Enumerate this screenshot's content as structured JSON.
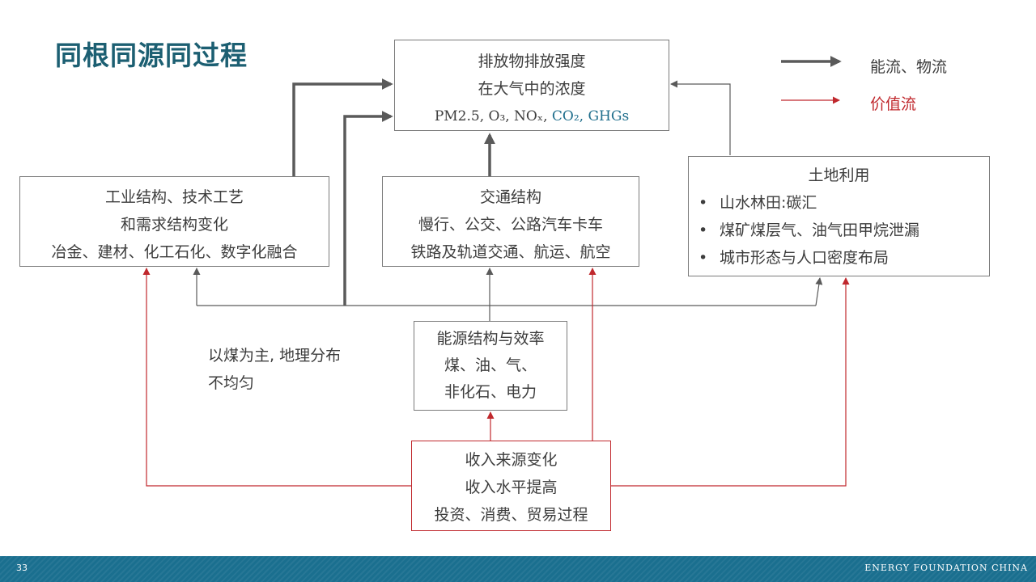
{
  "title": "同根同源同过程",
  "emissions_box": {
    "line1": "排放物排放强度",
    "line2": "在大气中的浓度",
    "formula_a": "PM2.5, O₃, NOₓ, ",
    "formula_b": "CO₂, GHGs"
  },
  "industry_box": {
    "line1": "工业结构、技术工艺",
    "line2": "和需求结构变化",
    "line3": "冶金、建材、化工石化、数字化融合"
  },
  "transport_box": {
    "line1": "交通结构",
    "line2": "慢行、公交、公路汽车卡车",
    "line3": "铁路及轨道交通、航运、航空"
  },
  "land_box": {
    "title": "土地利用",
    "bullets": [
      "山水林田:碳汇",
      "煤矿煤层气、油气田甲烷泄漏",
      "城市形态与人口密度布局"
    ]
  },
  "energy_box": {
    "line1": "能源结构与效率",
    "line2": "煤、油、气、",
    "line3": "非化石、电力"
  },
  "income_box": {
    "line1": "收入来源变化",
    "line2": "收入水平提高",
    "line3": "投资、消费、贸易过程"
  },
  "note": {
    "line1": "以煤为主, 地理分布",
    "line2": "不均匀"
  },
  "legend": {
    "energy_flow": "能流、物流",
    "value_flow": "价值流"
  },
  "footer": {
    "page_number": "33",
    "brand": "ENERGY FOUNDATION CHINA"
  },
  "colors": {
    "title": "#1c5f72",
    "flow_gray": "#5a5a5a",
    "value_red": "#c0282d",
    "footer": "#1a6f8f"
  }
}
